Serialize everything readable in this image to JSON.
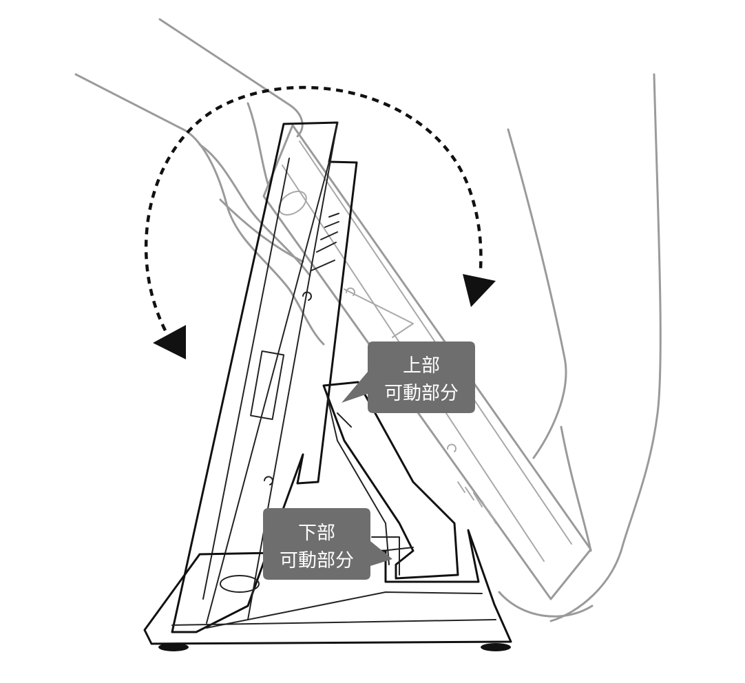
{
  "callouts": {
    "upper": {
      "line1": "上部",
      "line2": "可動部分"
    },
    "lower": {
      "line1": "下部",
      "line2": "可動部分"
    }
  },
  "colors": {
    "callout_background": "#6e6e6e",
    "callout_text": "#ffffff",
    "device_outline": "#111111",
    "ghost_outline": "#9a9a9a",
    "rotation_arrow": "#111111"
  },
  "icons": {
    "rotation_arc": "dashed-double-arrow-arc",
    "arrowheads": "triangle"
  }
}
